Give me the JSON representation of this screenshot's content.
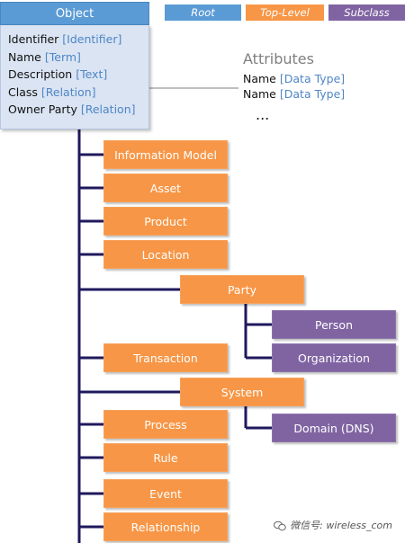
{
  "legend": {
    "root": {
      "label": "Root",
      "color": "#5b9bd5"
    },
    "top_level": {
      "label": "Top-Level",
      "color": "#f79646"
    },
    "subclass": {
      "label": "Subclass",
      "color": "#8064a2"
    }
  },
  "object": {
    "title": "Object",
    "fields": [
      {
        "name": "Identifier",
        "type": "[Identifier]"
      },
      {
        "name": "Name",
        "type": "[Term]"
      },
      {
        "name": "Description",
        "type": "[Text]"
      },
      {
        "name": "Class",
        "type": "[Relation]"
      },
      {
        "name": "Owner Party",
        "type": "[Relation]"
      }
    ]
  },
  "attributes": {
    "title": "Attributes",
    "lines": [
      {
        "name": "Name",
        "type": "[Data Type]"
      },
      {
        "name": "Name",
        "type": "[Data Type]"
      }
    ],
    "ellipsis": "..."
  },
  "top_level_nodes": {
    "information_model": "Information Model",
    "asset": "Asset",
    "product": "Product",
    "location": "Location",
    "party": "Party",
    "transaction": "Transaction",
    "system": "System",
    "process": "Process",
    "rule": "Rule",
    "event": "Event",
    "relationship": "Relationship"
  },
  "subclass_nodes": {
    "person": "Person",
    "organization": "Organization",
    "domain_dns": "Domain (DNS)"
  },
  "watermark": "微信号: wireless_com"
}
